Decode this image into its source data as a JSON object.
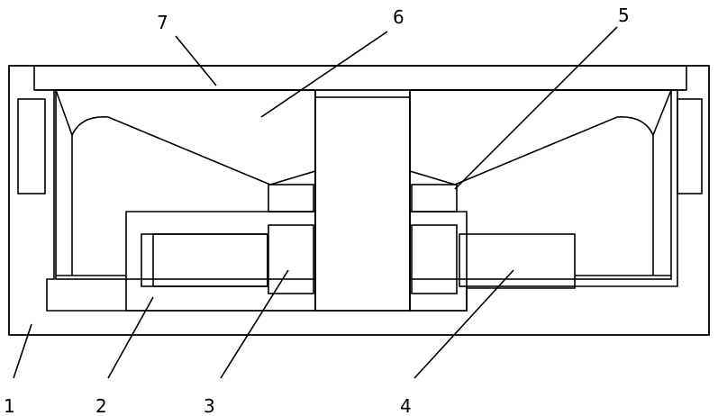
{
  "figure": {
    "labels": [
      {
        "id": "1",
        "text": "1"
      },
      {
        "id": "2",
        "text": "2"
      },
      {
        "id": "3",
        "text": "3"
      },
      {
        "id": "4",
        "text": "4"
      },
      {
        "id": "5",
        "text": "5"
      },
      {
        "id": "6",
        "text": "6"
      },
      {
        "id": "7",
        "text": "7"
      }
    ]
  }
}
